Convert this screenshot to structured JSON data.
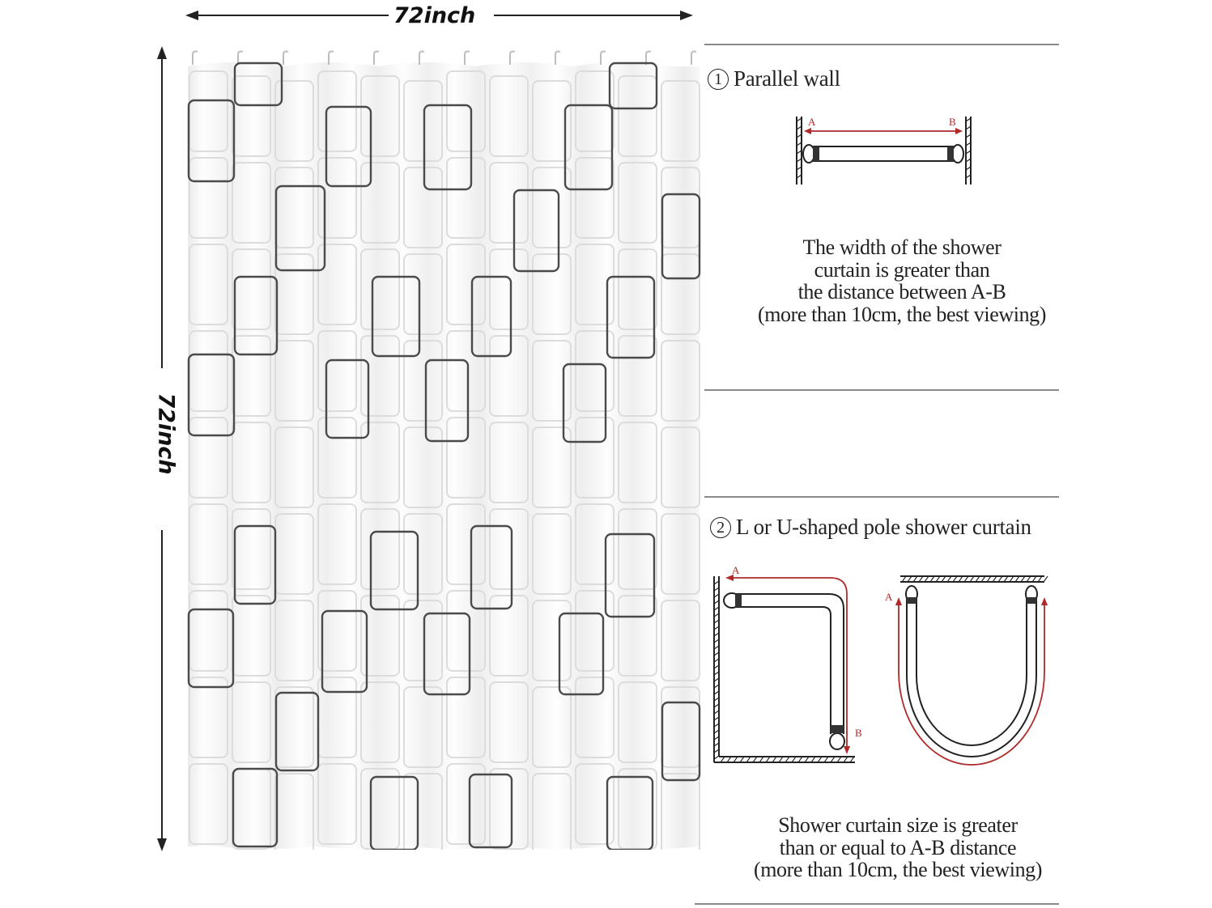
{
  "dimensions": {
    "width_label": "72inch",
    "height_label": "72inch"
  },
  "section_parallel": {
    "number": "1",
    "title": "Parallel wall",
    "point_a": "A",
    "point_b": "B",
    "lines": [
      "The width of the shower",
      "curtain is greater than",
      "the distance between A-B",
      "(more than 10cm, the best viewing)"
    ]
  },
  "section_l_u": {
    "number": "2",
    "title": "L or U-shaped pole shower curtain",
    "l_point_a": "A",
    "l_point_b": "B",
    "u_point_a": "A",
    "lines": [
      "Shower curtain size is greater",
      "than or equal to A-B distance",
      "(more than 10cm, the best viewing)"
    ]
  },
  "colors": {
    "accent_red": "#b02a2a",
    "outline": "#222222",
    "rule": "#8a8a8a"
  },
  "icons": [
    "shower-curtain-image",
    "parallel-wall-rod-icon",
    "l-shaped-rod-icon",
    "u-shaped-rod-icon"
  ]
}
